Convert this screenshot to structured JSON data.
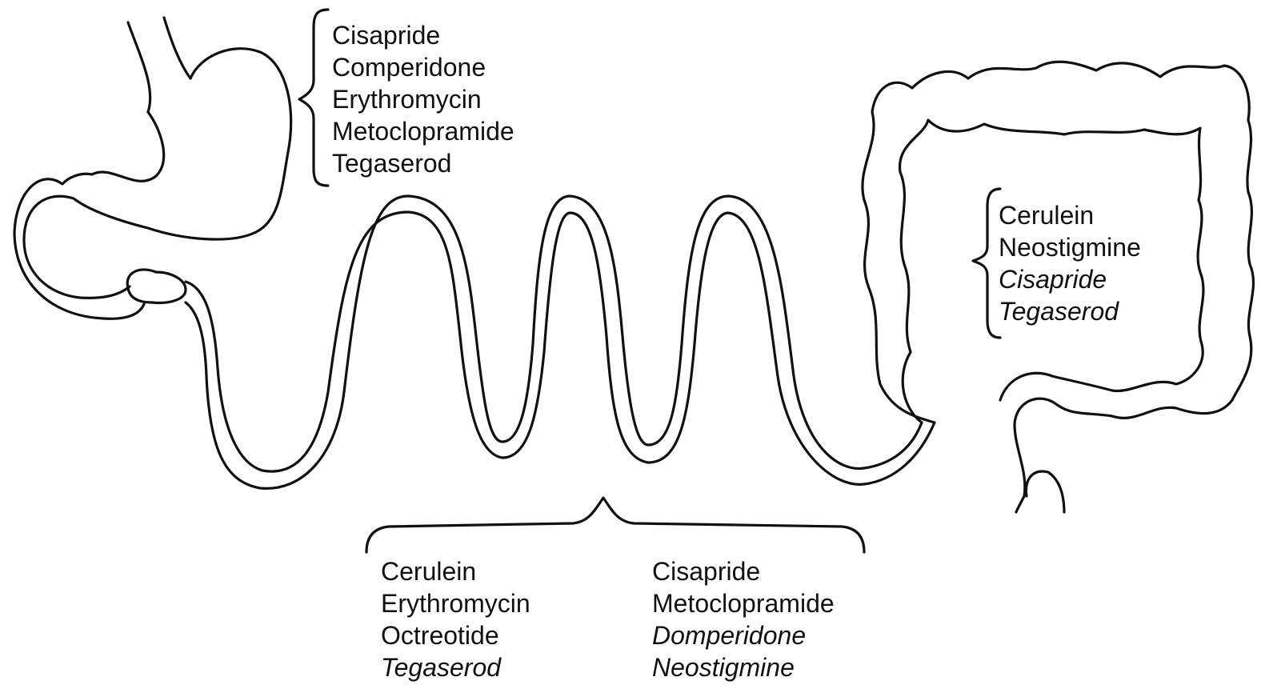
{
  "stomach_drugs": [
    {
      "name": "Cisapride",
      "italic": false
    },
    {
      "name": "Comperidone",
      "italic": false
    },
    {
      "name": "Erythromycin",
      "italic": false
    },
    {
      "name": "Metoclopramide",
      "italic": false
    },
    {
      "name": "Tegaserod",
      "italic": false
    }
  ],
  "colon_drugs": [
    {
      "name": "Cerulein",
      "italic": false
    },
    {
      "name": "Neostigmine",
      "italic": false
    },
    {
      "name": "Cisapride",
      "italic": true
    },
    {
      "name": "Tegaserod",
      "italic": true
    }
  ],
  "small_intestine_drugs_left": [
    {
      "name": "Cerulein",
      "italic": false
    },
    {
      "name": "Erythromycin",
      "italic": false
    },
    {
      "name": "Octreotide",
      "italic": false
    },
    {
      "name": "Tegaserod",
      "italic": true
    }
  ],
  "small_intestine_drugs_right": [
    {
      "name": "Cisapride",
      "italic": false
    },
    {
      "name": "Metoclopramide",
      "italic": false
    },
    {
      "name": "Domperidone",
      "italic": true
    },
    {
      "name": "Neostigmine",
      "italic": true
    }
  ],
  "colors": {
    "ink": "#111111",
    "background": "#ffffff"
  }
}
